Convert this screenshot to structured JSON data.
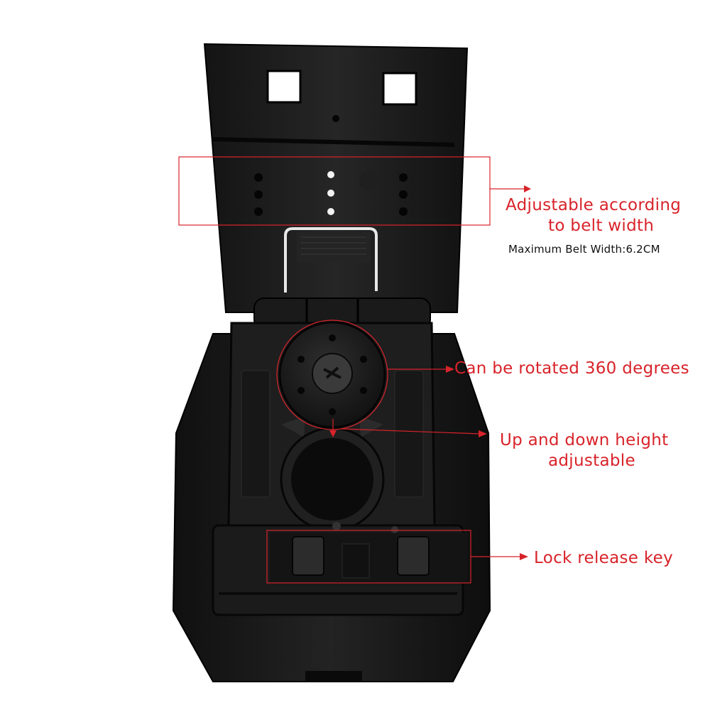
{
  "colors": {
    "annotation": "#d8232a",
    "product": "#1c1c1c",
    "background": "#ffffff"
  },
  "annotations": {
    "belt_width": {
      "line1": "Adjustable according",
      "line2": "to belt width",
      "note": "Maximum Belt Width:6.2CM"
    },
    "rotation": {
      "label": "Can be rotated 360 degrees"
    },
    "height": {
      "line1": "Up and down height",
      "line2": "adjustable"
    },
    "lock": {
      "label": "Lock release key"
    }
  }
}
